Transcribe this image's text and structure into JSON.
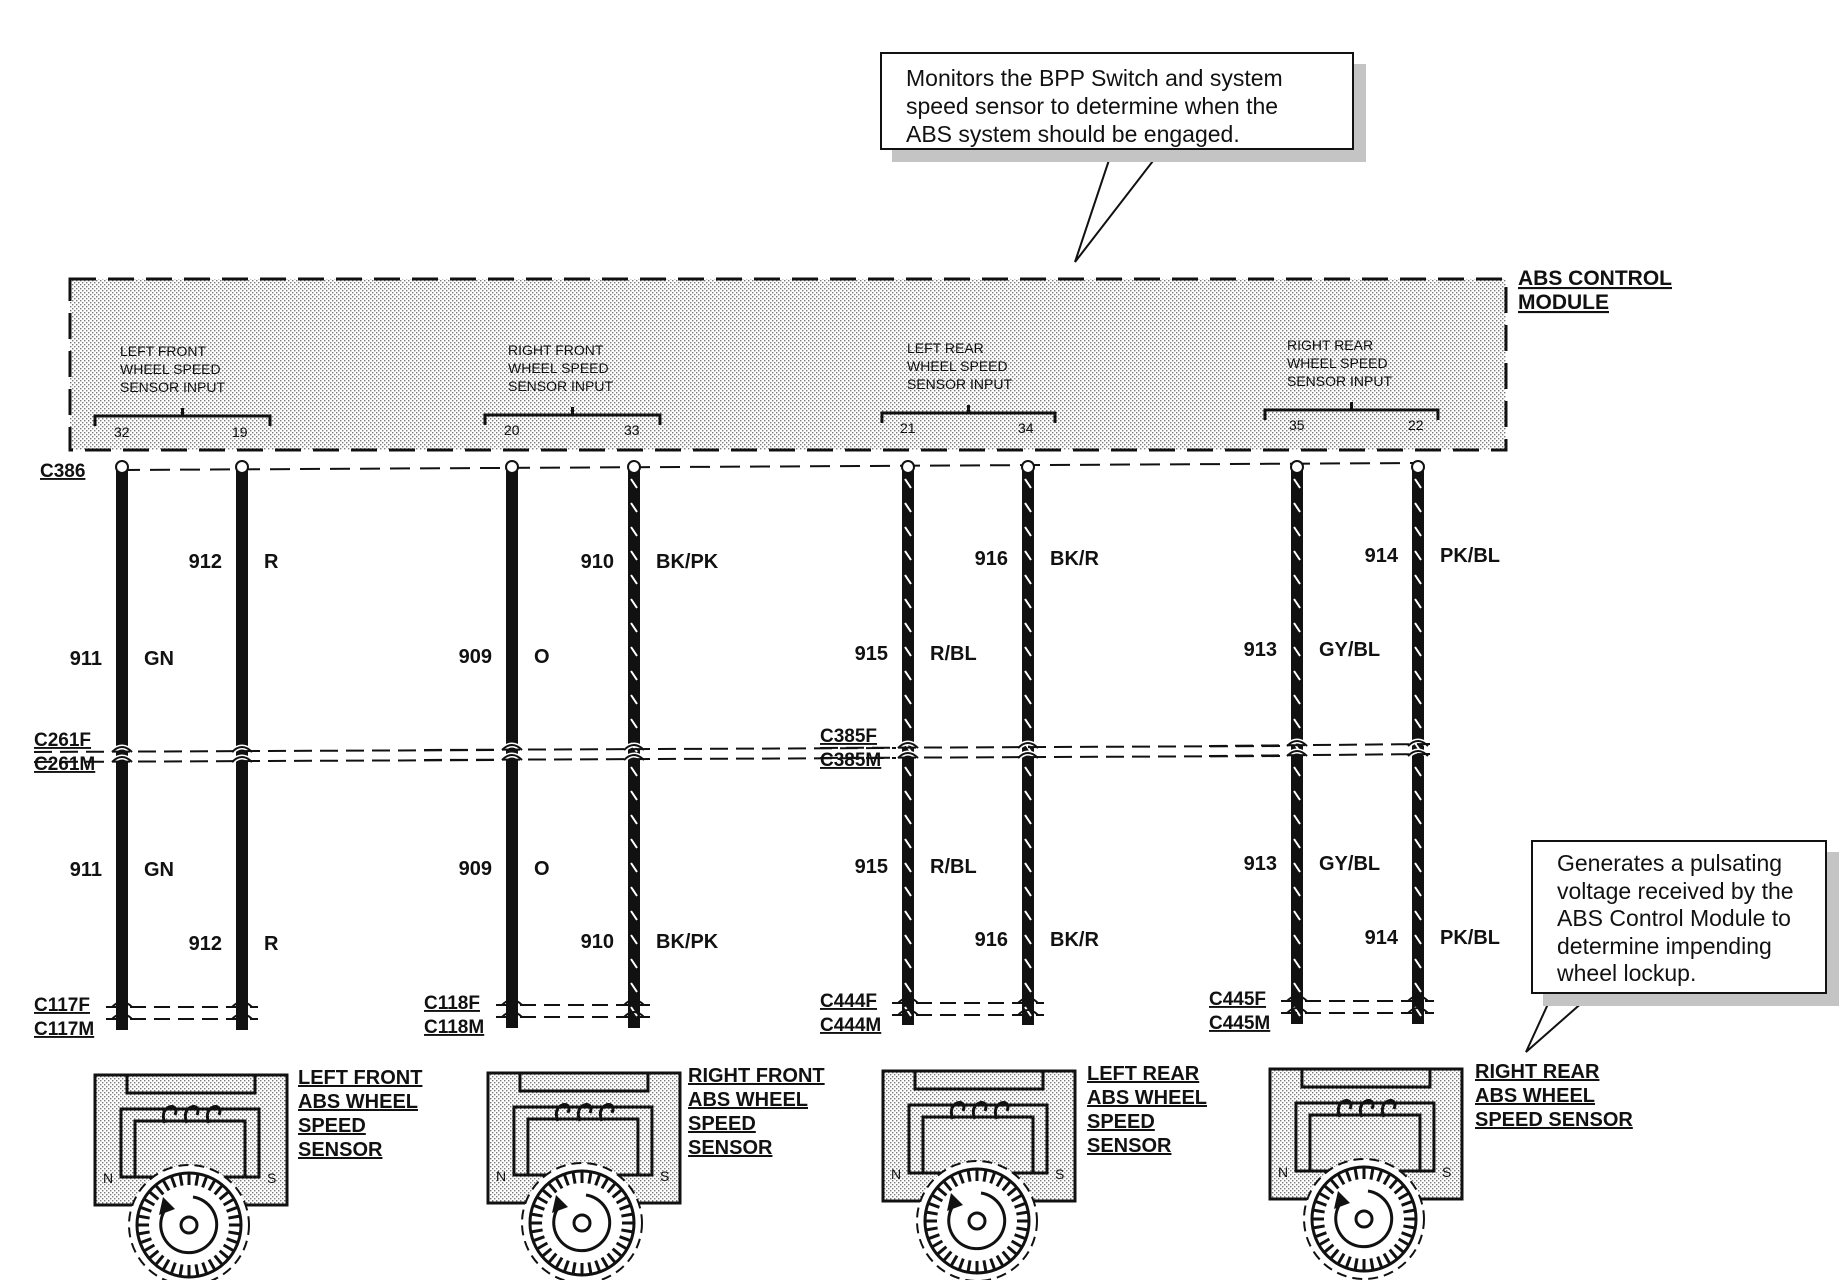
{
  "callouts": {
    "top": {
      "lines": [
        "Monitors the BPP Switch and system",
        "speed sensor to determine when the",
        "ABS system should be engaged."
      ]
    },
    "right": {
      "lines": [
        "Generates a pulsating",
        "voltage received by the",
        "ABS Control Module to",
        "determine impending",
        "wheel lockup."
      ]
    }
  },
  "module": {
    "label": [
      "ABS CONTROL",
      "MODULE"
    ],
    "connector": "C386",
    "inputs": [
      {
        "label": [
          "LEFT FRONT",
          "WHEEL SPEED",
          "SENSOR INPUT"
        ],
        "pins": [
          "32",
          "19"
        ]
      },
      {
        "label": [
          "RIGHT FRONT",
          "WHEEL SPEED",
          "SENSOR INPUT"
        ],
        "pins": [
          "20",
          "33"
        ]
      },
      {
        "label": [
          "LEFT REAR",
          "WHEEL SPEED",
          "SENSOR INPUT"
        ],
        "pins": [
          "21",
          "34"
        ]
      },
      {
        "label": [
          "RIGHT REAR",
          "WHEEL SPEED",
          "SENSOR INPUT"
        ],
        "pins": [
          "35",
          "22"
        ]
      }
    ]
  },
  "groups": [
    {
      "inline_connector": [
        "C261F",
        "C261M"
      ],
      "sensor_connector": [
        "C117F",
        "C117M"
      ],
      "sensor_label": [
        "LEFT FRONT",
        "ABS WHEEL",
        "SPEED",
        "SENSOR"
      ],
      "wires": [
        {
          "circuit": "911",
          "color": "GN",
          "striped": false
        },
        {
          "circuit": "912",
          "color": "R",
          "striped": false
        }
      ]
    },
    {
      "inline_connector": [
        "",
        ""
      ],
      "sensor_connector": [
        "C118F",
        "C118M"
      ],
      "sensor_label": [
        "RIGHT FRONT",
        "ABS WHEEL",
        "SPEED",
        "SENSOR"
      ],
      "wires": [
        {
          "circuit": "909",
          "color": "O",
          "striped": false
        },
        {
          "circuit": "910",
          "color": "BK/PK",
          "striped": true
        }
      ]
    },
    {
      "inline_connector": [
        "C385F",
        "C385M"
      ],
      "sensor_connector": [
        "C444F",
        "C444M"
      ],
      "sensor_label": [
        "LEFT REAR",
        "ABS WHEEL",
        "SPEED",
        "SENSOR"
      ],
      "wires": [
        {
          "circuit": "915",
          "color": "R/BL",
          "striped": true
        },
        {
          "circuit": "916",
          "color": "BK/R",
          "striped": true
        }
      ]
    },
    {
      "inline_connector": [
        "",
        ""
      ],
      "sensor_connector": [
        "C445F",
        "C445M"
      ],
      "sensor_label": [
        "RIGHT REAR",
        "ABS WHEEL",
        "SPEED SENSOR"
      ],
      "wires": [
        {
          "circuit": "913",
          "color": "GY/BL",
          "striped": true
        },
        {
          "circuit": "914",
          "color": "PK/BL",
          "striped": true
        }
      ]
    }
  ],
  "sensor_pole_labels": [
    "N",
    "S"
  ]
}
